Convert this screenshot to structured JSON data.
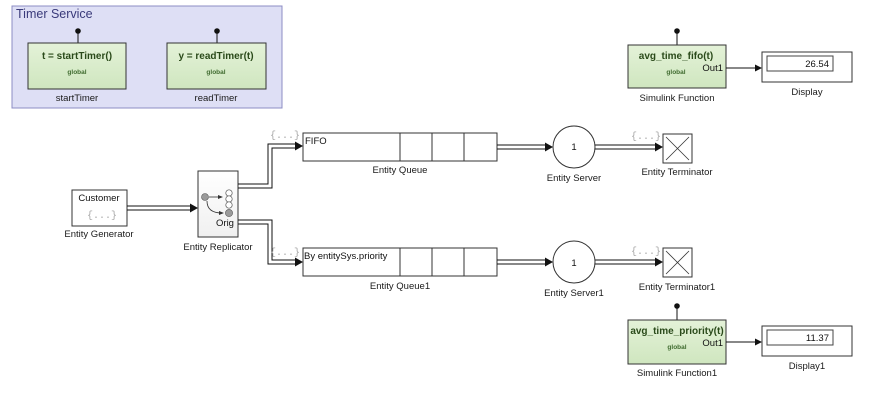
{
  "timer_area": {
    "title": "Timer Service",
    "start_fn": {
      "signature": "t = startTimer()",
      "scope": "global",
      "name": "startTimer"
    },
    "read_fn": {
      "signature": "y = readTimer(t)",
      "scope": "global",
      "name": "readTimer"
    }
  },
  "fifo_fn": {
    "signature": "avg_time_fifo(t)",
    "scope": "global",
    "port": "Out1",
    "name": "Simulink Function"
  },
  "priority_fn": {
    "signature": "avg_time_priority(t)",
    "scope": "global",
    "port": "Out1",
    "name": "Simulink Function1"
  },
  "display1": {
    "value": "26.54",
    "name": "Display"
  },
  "display2": {
    "value": "11.37",
    "name": "Display1"
  },
  "generator": {
    "text": "Customer",
    "dots": "{...}",
    "name": "Entity Generator"
  },
  "replicator": {
    "port_label": "Orig",
    "name": "Entity Replicator"
  },
  "queue1": {
    "text": "FIFO",
    "dots": "{...}",
    "name": "Entity Queue"
  },
  "queue2": {
    "text": "By entitySys.priority",
    "dots": "{...}",
    "name": "Entity Queue1"
  },
  "server1": {
    "capacity": "1",
    "name": "Entity Server"
  },
  "server2": {
    "capacity": "1",
    "name": "Entity Server1"
  },
  "term1": {
    "dots": "{...}",
    "name": "Entity Terminator"
  },
  "term2": {
    "dots": "{...}",
    "name": "Entity Terminator1"
  }
}
